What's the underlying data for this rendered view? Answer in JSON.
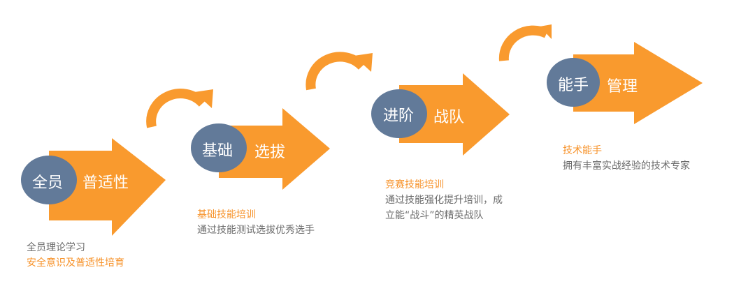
{
  "colors": {
    "orange": "#f99a2e",
    "circle": "#627a99"
  },
  "steps": [
    {
      "circle": "全员",
      "arrow": "普适性",
      "lines": [
        {
          "text": "全员理论学习",
          "color": "gray"
        },
        {
          "text": "安全意识及普适性培育",
          "color": "orange"
        }
      ]
    },
    {
      "circle": "基础",
      "arrow": "选拔",
      "lines": [
        {
          "text": "基础技能培训",
          "color": "orange"
        },
        {
          "text": "通过技能测试选拔优秀选手",
          "color": "gray"
        }
      ]
    },
    {
      "circle": "进阶",
      "arrow": "战队",
      "lines": [
        {
          "text": "竞赛技能培训",
          "color": "orange"
        },
        {
          "text": "通过技能强化提升培训，成",
          "color": "gray"
        },
        {
          "text": "立能“战斗”的精英战队",
          "color": "gray"
        }
      ]
    },
    {
      "circle": "能手",
      "arrow": "管理",
      "lines": [
        {
          "text": "技术能手",
          "color": "orange"
        },
        {
          "text": "拥有丰富实战经验的技术专家",
          "color": "gray"
        }
      ]
    }
  ]
}
